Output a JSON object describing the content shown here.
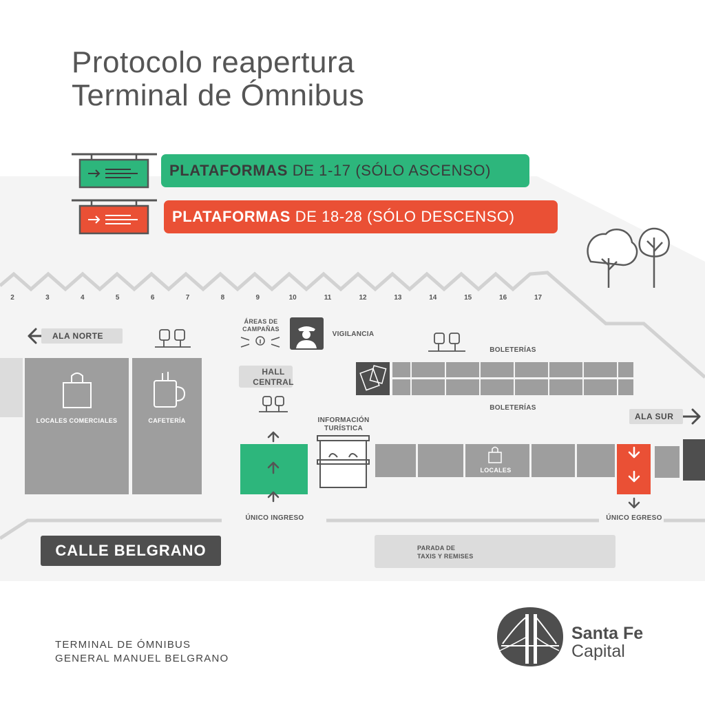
{
  "title": {
    "line1": "Protocolo reapertura",
    "line2": "Terminal de Ómnibus"
  },
  "legend": {
    "ascenso": {
      "strong": "PLATAFORMAS",
      "rest": " DE 1-17 (SÓLO ASCENSO)",
      "color": "#2db67c"
    },
    "descenso": {
      "strong": "PLATAFORMAS",
      "rest": " DE 18-28 (SÓLO DESCENSO)",
      "color": "#ea5035"
    }
  },
  "platforms": [
    "2",
    "3",
    "4",
    "5",
    "6",
    "7",
    "8",
    "9",
    "10",
    "11",
    "12",
    "13",
    "14",
    "15",
    "16",
    "17"
  ],
  "labels": {
    "ala_norte": "ALA NORTE",
    "ala_sur": "ALA SUR",
    "areas_campanas_1": "ÁREAS DE",
    "areas_campanas_2": "CAMPAÑAS",
    "vigilancia": "VIGILANCIA",
    "hall_1": "HALL",
    "hall_2": "CENTRAL",
    "boleterias_top": "BOLETERÍAS",
    "boleterias_bottom": "BOLETERÍAS",
    "locales_comerciales": "LOCALES COMERCIALES",
    "cafeteria": "CAFETERÍA",
    "informacion_1": "INFORMACIÓN",
    "informacion_2": "TURÍSTICA",
    "locales": "LOCALES",
    "unico_ingreso": "ÚNICO INGRESO",
    "unico_egreso": "ÚNICO EGRESO",
    "calle": "CALLE BELGRANO",
    "taxis_1": "PARADA DE",
    "taxis_2": "TAXIS Y REMISES"
  },
  "footer": {
    "line1": "TERMINAL DE ÓMNIBUS",
    "line2": "GENERAL MANUEL BELGRANO"
  },
  "brand": {
    "line1": "Santa Fe",
    "line2": "Capital"
  },
  "colors": {
    "green": "#2db67c",
    "red": "#ea5035",
    "dark_gray": "#4e4e4e",
    "mid_gray": "#9e9e9e",
    "light_gray": "#dcdcdc",
    "map_bg": "#f4f4f4"
  },
  "icons": [
    "sign-arrow-icon",
    "tree-icon",
    "seats-icon",
    "info-icon",
    "guard-icon",
    "tickets-icon",
    "shopping-bag-icon",
    "coffee-mug-icon",
    "arrow-up-icon",
    "arrow-down-icon",
    "flag-icon",
    "taxi-icon",
    "bridge-logo-icon"
  ]
}
